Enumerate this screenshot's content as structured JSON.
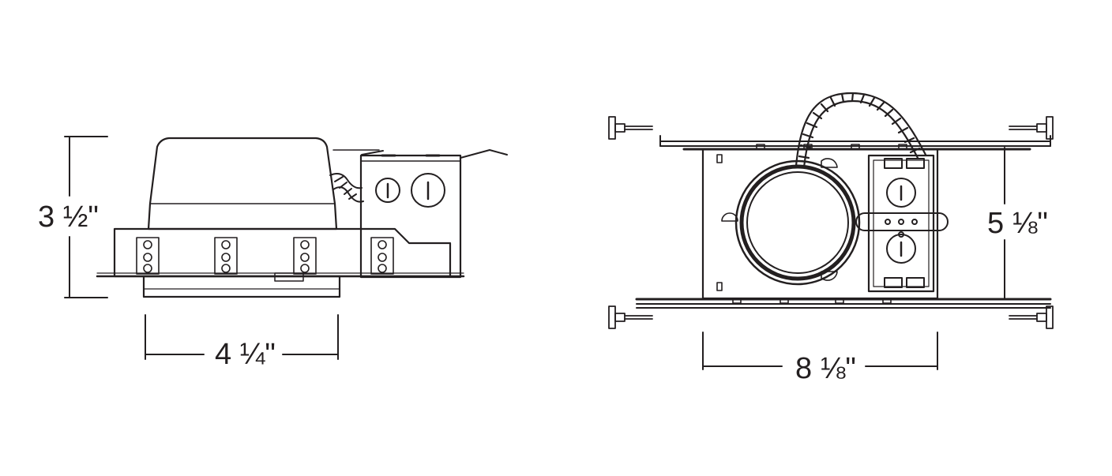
{
  "dimensions": {
    "side_height": "3 ½\"",
    "side_width": "4 ¼\"",
    "top_height": "5 ⅛\"",
    "top_width": "8 ⅛\""
  },
  "colors": {
    "line": "#231f20",
    "fill": "#ffffff"
  }
}
